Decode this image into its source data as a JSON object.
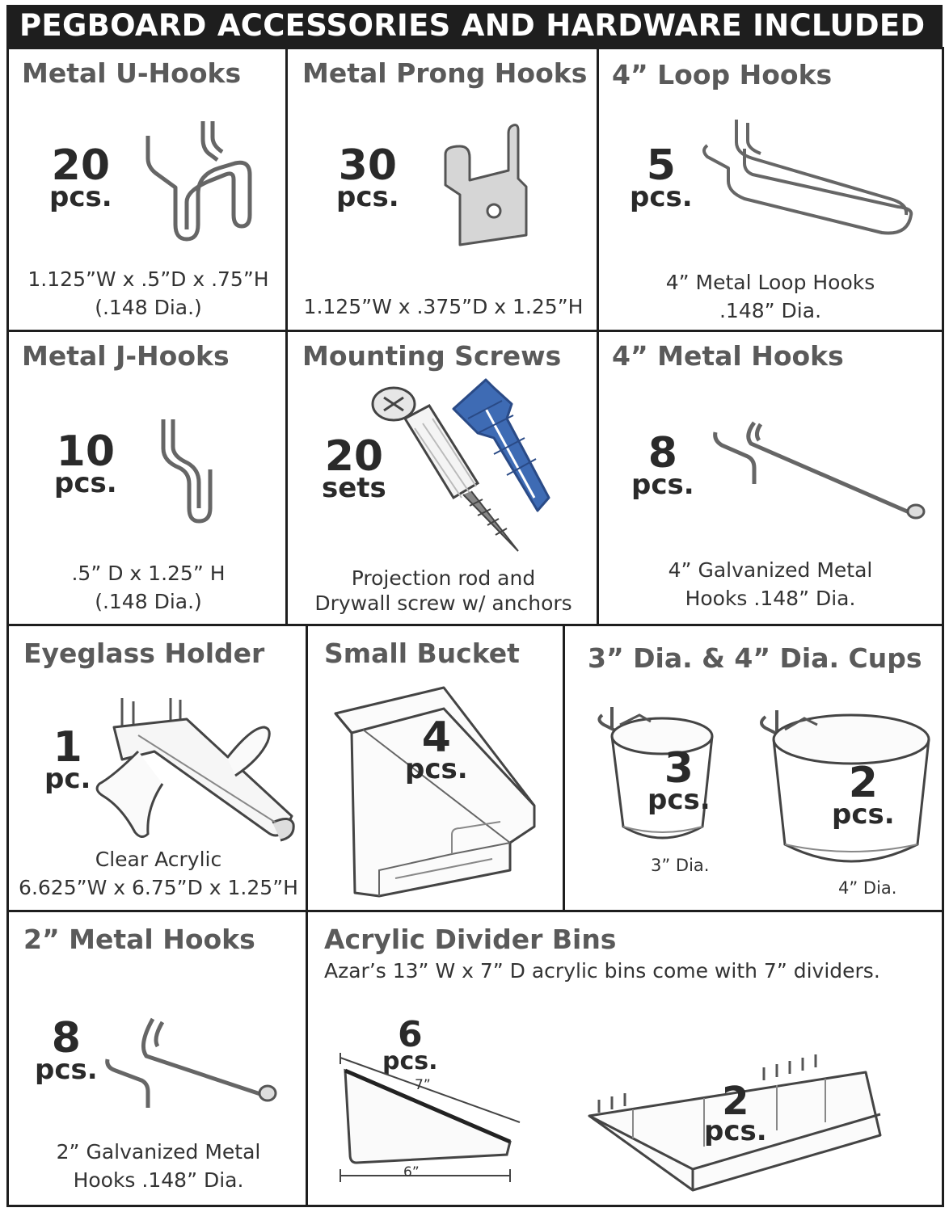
{
  "banner": {
    "title": "PEGBOARD ACCESSORIES AND HARDWARE INCLUDED"
  },
  "items": {
    "u_hooks": {
      "title": "Metal U-Hooks",
      "qty": "20",
      "unit": "pcs.",
      "desc": [
        "1.125”W x .5”D x .75”H",
        "(.148 Dia.)"
      ],
      "icon": "u-hook-icon"
    },
    "prong": {
      "title": "Metal Prong Hooks",
      "qty": "30",
      "unit": "pcs.",
      "desc": [
        "1.125”W x .375”D x 1.25”H"
      ],
      "icon": "prong-hook-icon"
    },
    "loop": {
      "title": "4” Loop Hooks",
      "qty": "5",
      "unit": "pcs.",
      "desc": [
        "4” Metal Loop Hooks",
        ".148” Dia."
      ],
      "icon": "loop-hook-icon"
    },
    "j_hooks": {
      "title": "Metal J-Hooks",
      "qty": "10",
      "unit": "pcs.",
      "desc": [
        ".5” D x 1.25” H",
        "(.148 Dia.)"
      ],
      "icon": "j-hook-icon"
    },
    "screws": {
      "title": "Mounting Screws",
      "qty": "20",
      "unit": "sets",
      "desc": [
        "Projection rod and",
        "Drywall screw w/ anchors"
      ],
      "icon": "screw-anchor-icon"
    },
    "hooks4": {
      "title": "4” Metal Hooks",
      "qty": "8",
      "unit": "pcs.",
      "desc": [
        "4” Galvanized Metal",
        "Hooks .148” Dia."
      ],
      "icon": "metal-hook-icon"
    },
    "eyeglass": {
      "title": "Eyeglass Holder",
      "qty": "1",
      "unit": "pc.",
      "desc": [
        "Clear Acrylic",
        "6.625”W x 6.75”D x 1.25”H"
      ],
      "icon": "eyeglass-holder-icon"
    },
    "bucket": {
      "title": "Small Bucket",
      "qty": "4",
      "unit": "pcs.",
      "icon": "bucket-icon"
    },
    "cups": {
      "title": "3” Dia. & 4” Dia. Cups",
      "cup3": {
        "qty": "3",
        "unit": "pcs.",
        "label": "3” Dia."
      },
      "cup4": {
        "qty": "2",
        "unit": "pcs.",
        "label": "4” Dia."
      },
      "icon": "cup-icon"
    },
    "hooks2": {
      "title": "2” Metal Hooks",
      "qty": "8",
      "unit": "pcs.",
      "desc": [
        "2” Galvanized Metal",
        "Hooks .148” Dia."
      ],
      "icon": "metal-hook-icon"
    },
    "bins": {
      "title": "Acrylic Divider Bins",
      "subtitle": "Azar’s 13” W x 7” D acrylic bins come with 7” dividers.",
      "dividers": {
        "qty": "6",
        "unit": "pcs.",
        "dim_top": "7”",
        "dim_bottom": "6”"
      },
      "bin": {
        "qty": "2",
        "unit": "pcs."
      },
      "icon": "divider-bin-icon"
    }
  }
}
